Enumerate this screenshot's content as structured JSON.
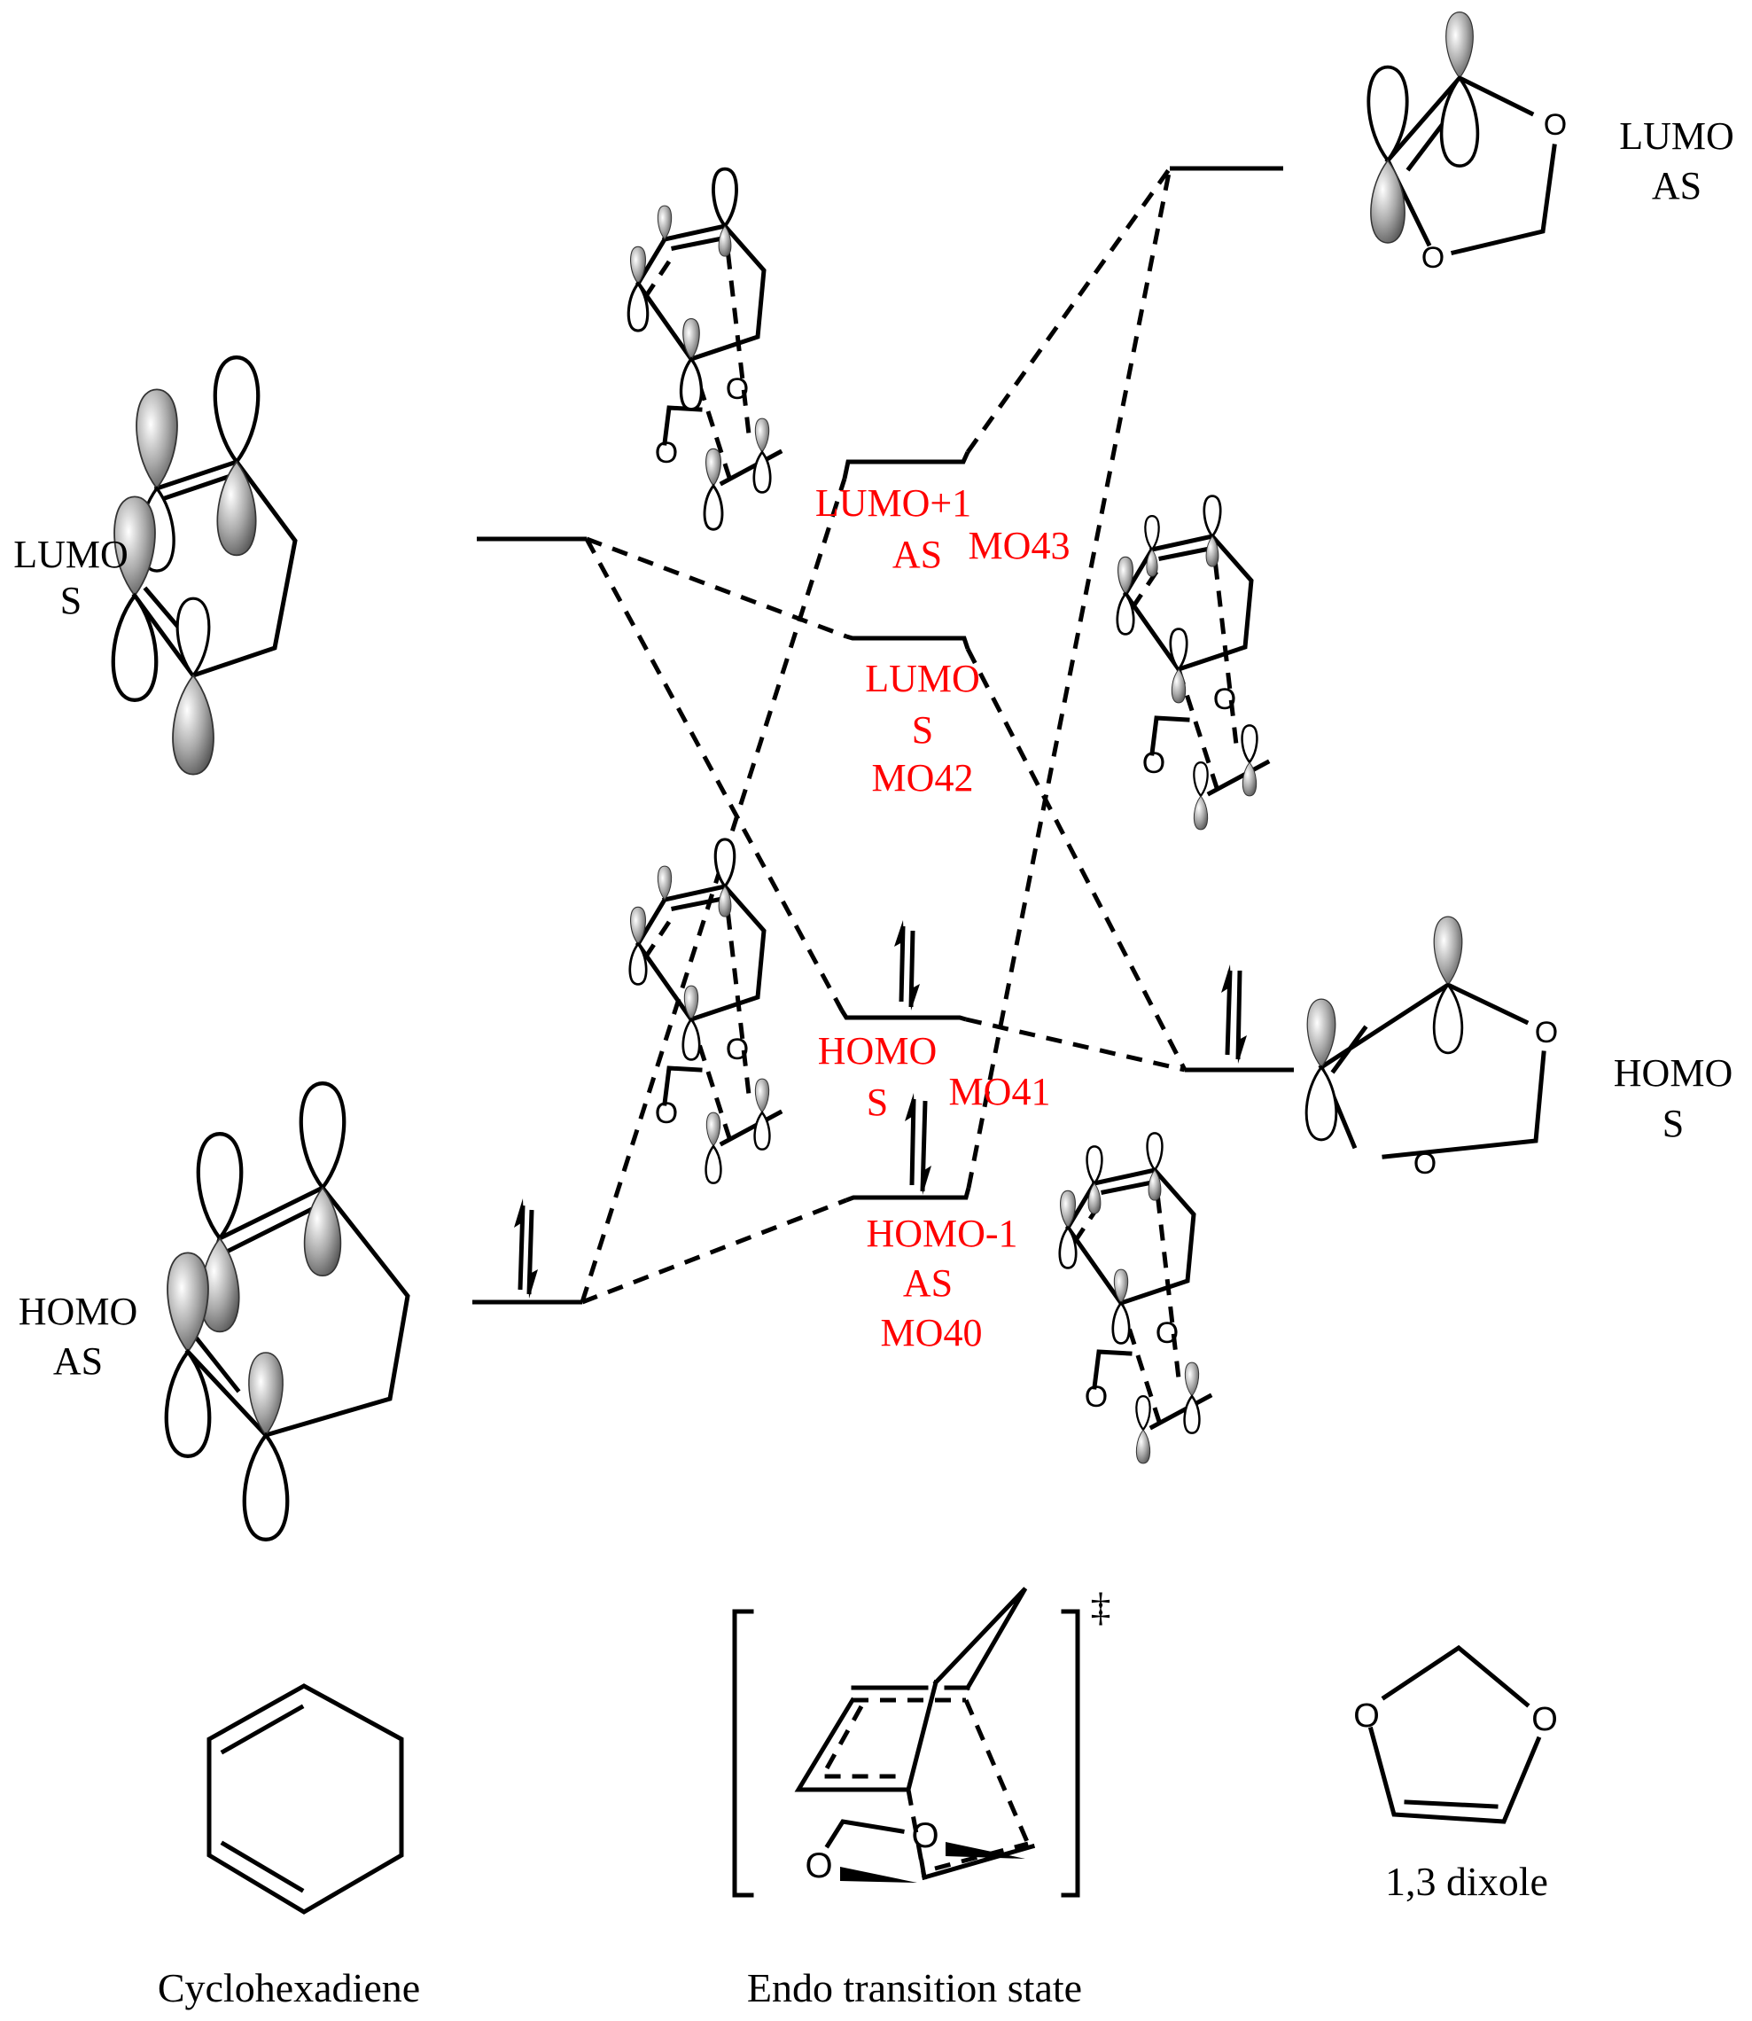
{
  "figure": {
    "type": "molecular orbital correlation diagram",
    "colors": {
      "line": "#000000",
      "ts_labels": "#ff0000",
      "lobe_shade": "#9a9a9a"
    }
  },
  "left_fragment": {
    "lumo": {
      "label_line1": "LUMO",
      "label_line2": "S",
      "electrons": 0
    },
    "homo": {
      "label_line1": "HOMO",
      "label_line2": "AS",
      "electrons": 2
    }
  },
  "right_fragment": {
    "lumo": {
      "label_line1": "LUMO",
      "label_line2": "AS",
      "electrons": 0
    },
    "homo": {
      "label_line1": "HOMO",
      "label_line2": "S",
      "electrons": 2
    }
  },
  "transition_state": {
    "levels": [
      {
        "id": "lumo_plus_1",
        "name_line1": "LUMO+1",
        "symmetry": "AS",
        "mo": "MO43",
        "electrons": 0
      },
      {
        "id": "lumo",
        "name_line1": "LUMO",
        "symmetry": "S",
        "mo": "MO42",
        "electrons": 0
      },
      {
        "id": "homo",
        "name_line1": "HOMO",
        "symmetry": "S",
        "mo": "MO41",
        "electrons": 2
      },
      {
        "id": "homo_minus_1",
        "name_line1": "HOMO-1",
        "symmetry": "AS",
        "mo": "MO40",
        "electrons": 2
      }
    ]
  },
  "structures": {
    "left_name": "Cyclohexadiene",
    "center_name": "Endo transition state",
    "center_superscript": "‡",
    "right_name": "1,3 dixole",
    "oxygen_symbol": "O"
  }
}
